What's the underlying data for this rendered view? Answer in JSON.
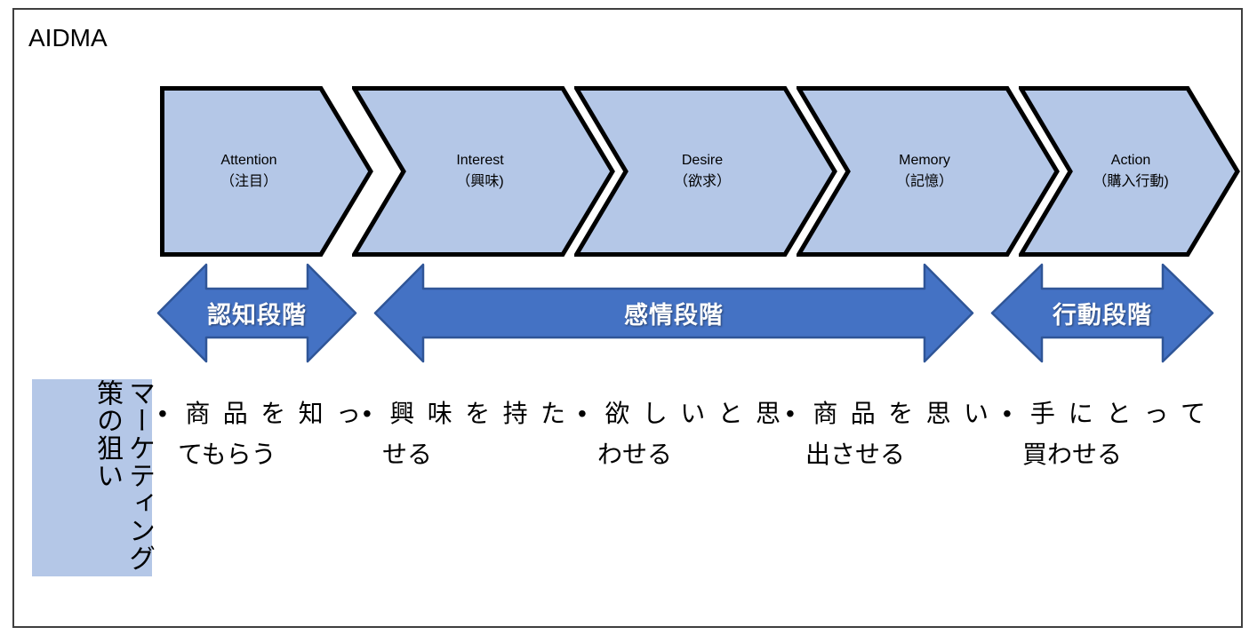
{
  "title": "AIDMA",
  "colors": {
    "stage_fill": "#b4c7e7",
    "arrow_fill": "#4472c4",
    "frame_border": "#3f3f3f",
    "text": "#000000",
    "arrow_text": "#ffffff"
  },
  "stages": [
    {
      "en": "Attention",
      "jp": "（注目）"
    },
    {
      "en": "Interest",
      "jp": "（興味)"
    },
    {
      "en": "Desire",
      "jp": "（欲求）"
    },
    {
      "en": "Memory",
      "jp": "（記憶）"
    },
    {
      "en": "Action",
      "jp": "（購入行動)"
    }
  ],
  "phase_arrows": [
    {
      "label": "認知段階"
    },
    {
      "label": "感情段階"
    },
    {
      "label": "行動段階"
    }
  ],
  "side_caption": {
    "column_right": "マーケティング",
    "column_left": "策の狙い",
    "full_text": "マーケティング策の狙い"
  },
  "goals": [
    {
      "bullet": "•",
      "line1": "商品を知っ",
      "line2": "てもらう"
    },
    {
      "bullet": "•",
      "line1": "興味を持た",
      "line2": "せる"
    },
    {
      "bullet": "•",
      "line1": "欲しいと思",
      "line2": "わせる"
    },
    {
      "bullet": "•",
      "line1": "商品を思い",
      "line2": "出させる"
    },
    {
      "bullet": "•",
      "line1": "手にとって",
      "line2": "買わせる"
    }
  ]
}
